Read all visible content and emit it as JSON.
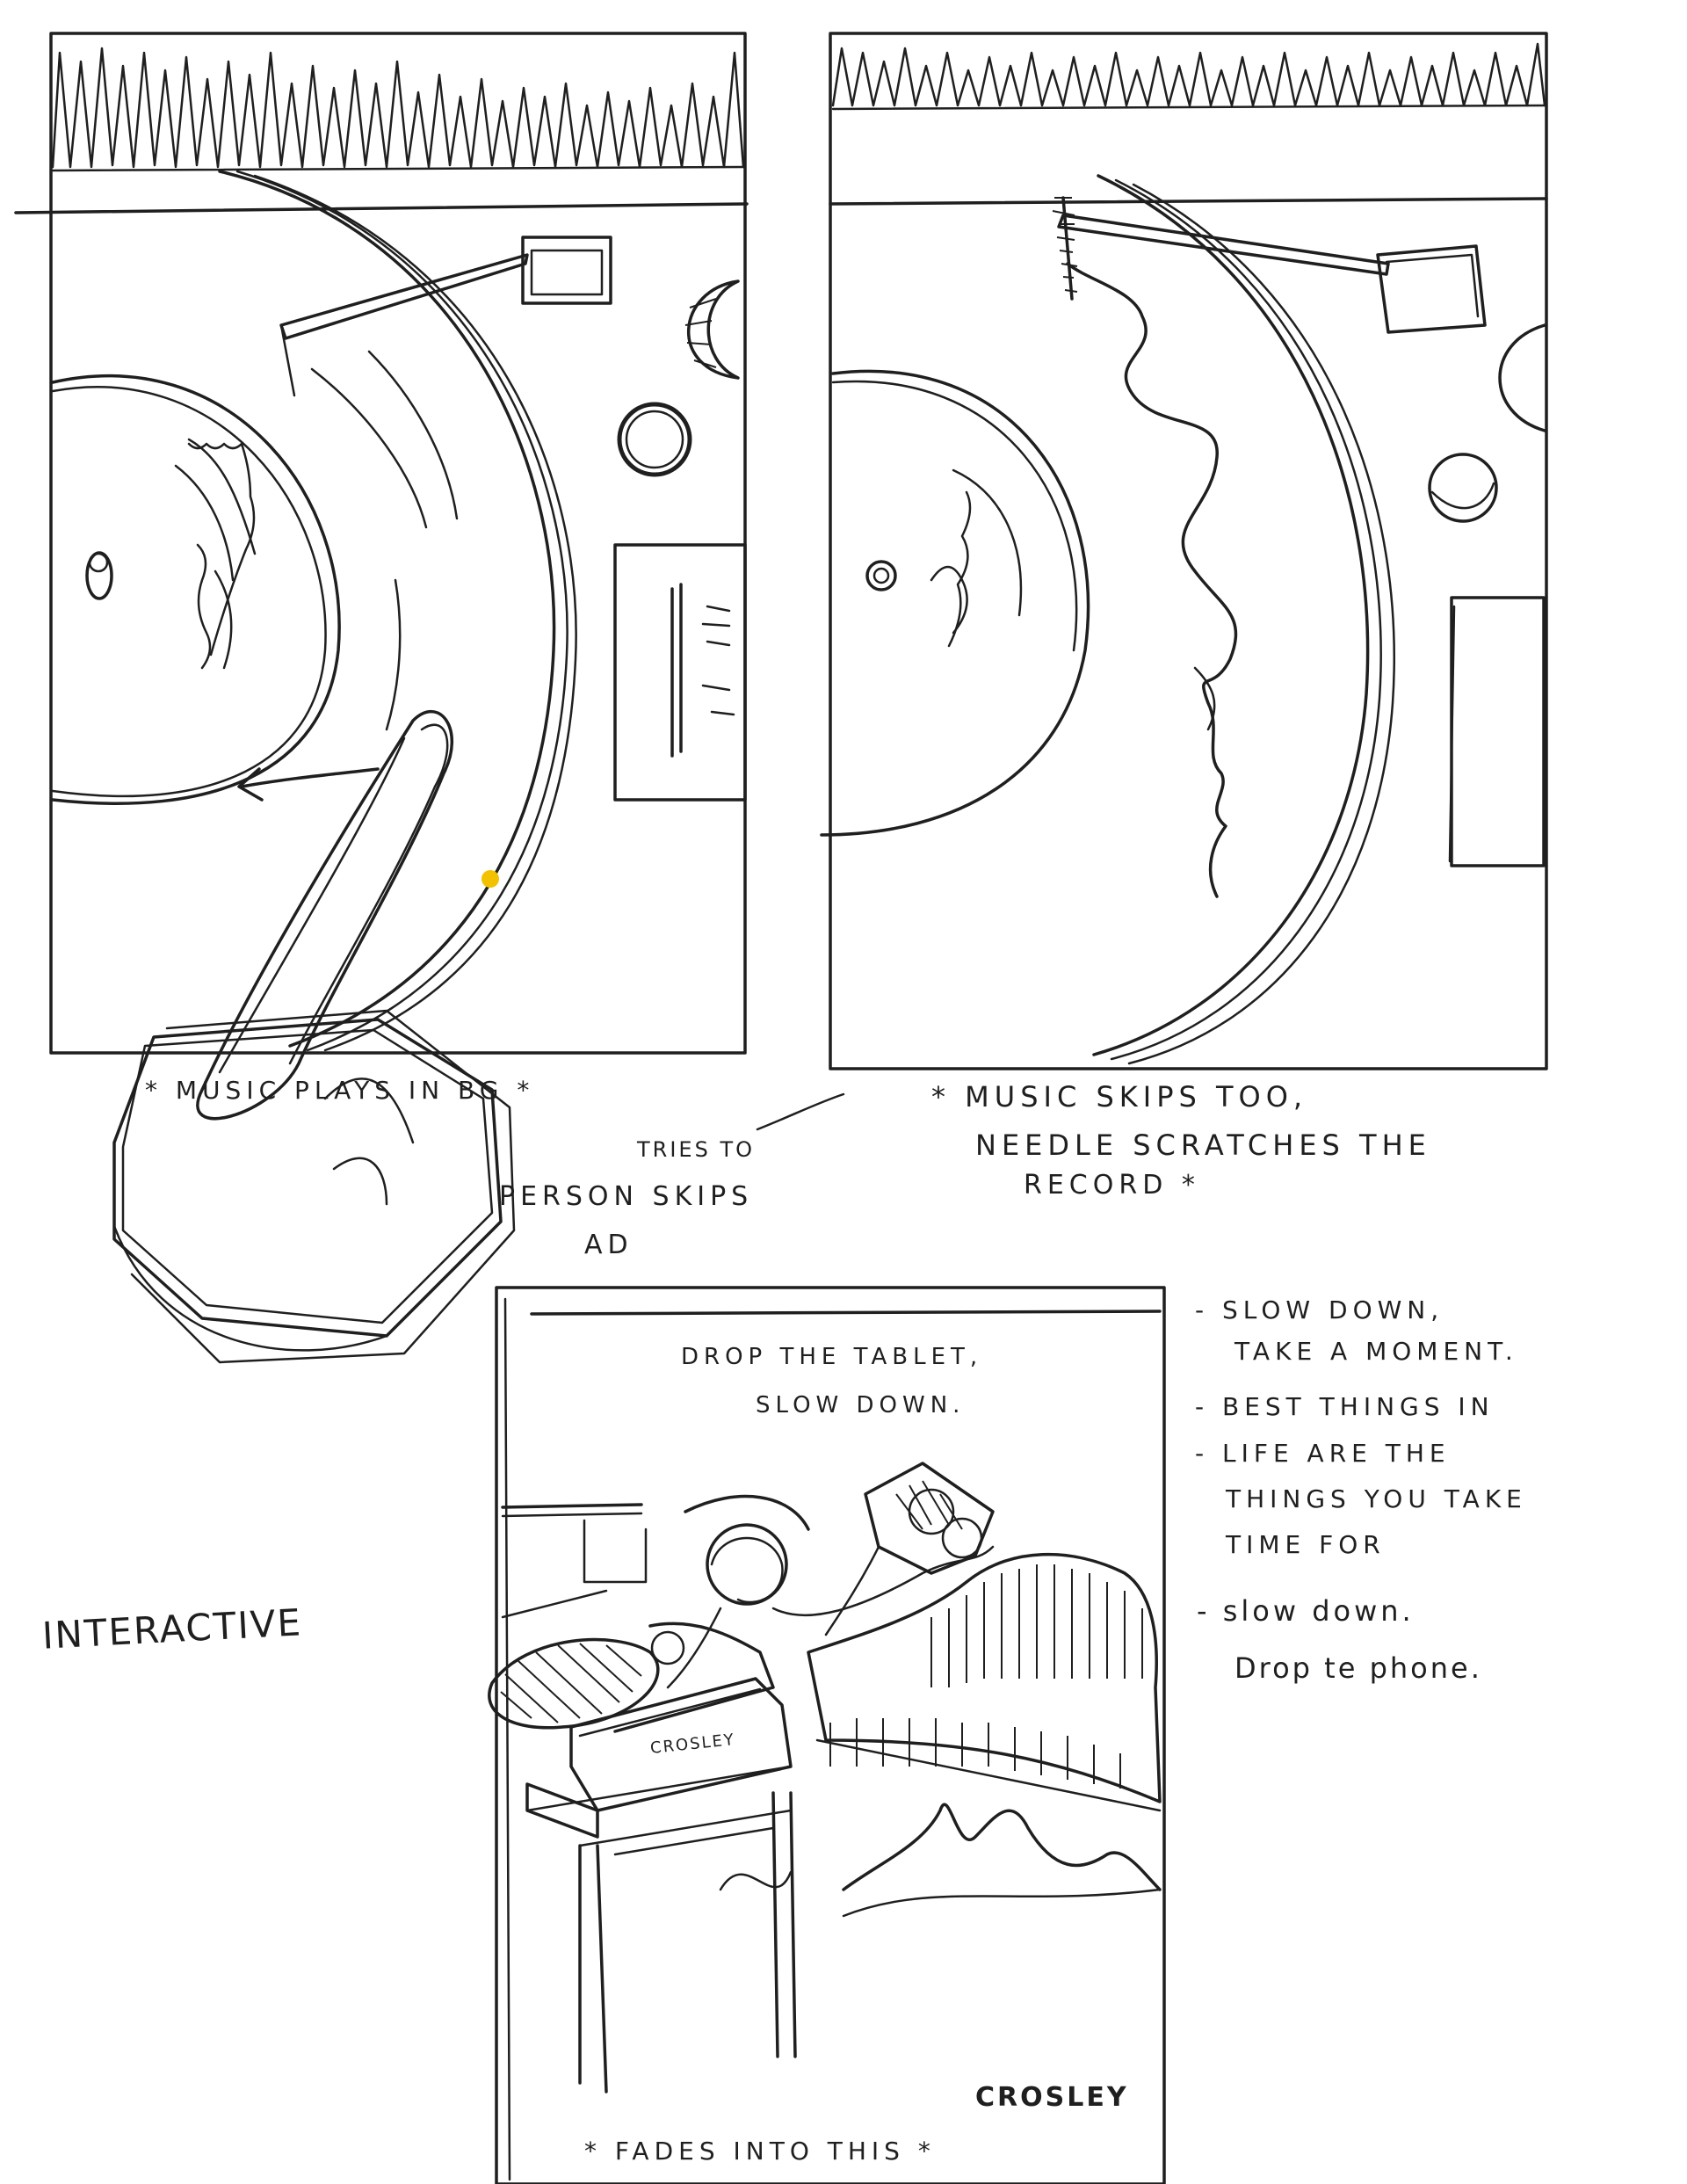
{
  "panel1": {
    "caption": "* MUSIC PLAYS IN BG *",
    "note_small": "TRIES TO",
    "note_line2": "PERSON SKIPS",
    "note_line3": "AD"
  },
  "panel2": {
    "caption_line1": "* MUSIC SKIPS TOO,",
    "caption_line2": "NEEDLE SCRATCHES THE",
    "caption_line3": "RECORD *"
  },
  "panel3": {
    "headline_line1": "DROP THE TABLET,",
    "headline_line2": "SLOW DOWN.",
    "brand_small": "CROSLEY",
    "brand_corner": "CROSLEY",
    "footer": "* FADES INTO THIS *"
  },
  "side_label": "INTERACTIVE",
  "notes": [
    "- SLOW DOWN,",
    "TAKE A MOMENT.",
    "- BEST THINGS IN",
    "- LIFE ARE THE",
    "THINGS YOU TAKE",
    "TIME FOR",
    "- slow down.",
    "Drop te phone."
  ],
  "colors": {
    "ink": "#1f1f1f",
    "paper": "#ffffff",
    "highlight": "#f2c200"
  }
}
